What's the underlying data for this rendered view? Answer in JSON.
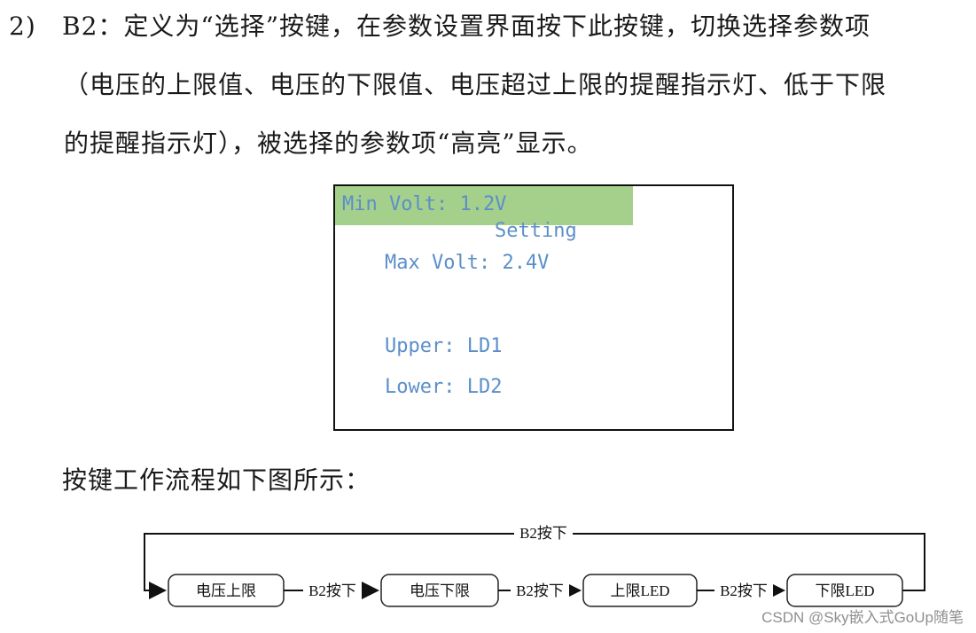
{
  "doc": {
    "item_number": "2)",
    "line1": "B2：定义为“选择”按键，在参数设置界面按下此按键，切换选择参数项",
    "line2": "（电压的上限值、电压的下限值、电压超过上限的提醒指示灯、低于下限",
    "line3": "的提醒指示灯），被选择的参数项“高亮”显示。",
    "flow_caption": "按键工作流程如下图所示："
  },
  "lcd": {
    "title": "Setting",
    "rows": [
      {
        "text": "Max Volt: 2.4V",
        "highlighted": false
      },
      {
        "text": "Min Volt: 1.2V",
        "highlighted": true
      },
      {
        "text": "Upper: LD1",
        "highlighted": false
      },
      {
        "text": "Lower: LD2",
        "highlighted": false
      }
    ],
    "text_color": "#5b8fc9",
    "highlight_color": "#a5d08c"
  },
  "flowchart": {
    "nodes": [
      "电压上限",
      "电压下限",
      "上限LED",
      "下限LED"
    ],
    "edge_labels": [
      "B2按下",
      "B2按下",
      "B2按下"
    ],
    "loop_label": "B2按下"
  },
  "watermark": "CSDN @Sky嵌入式GoUp随笔"
}
